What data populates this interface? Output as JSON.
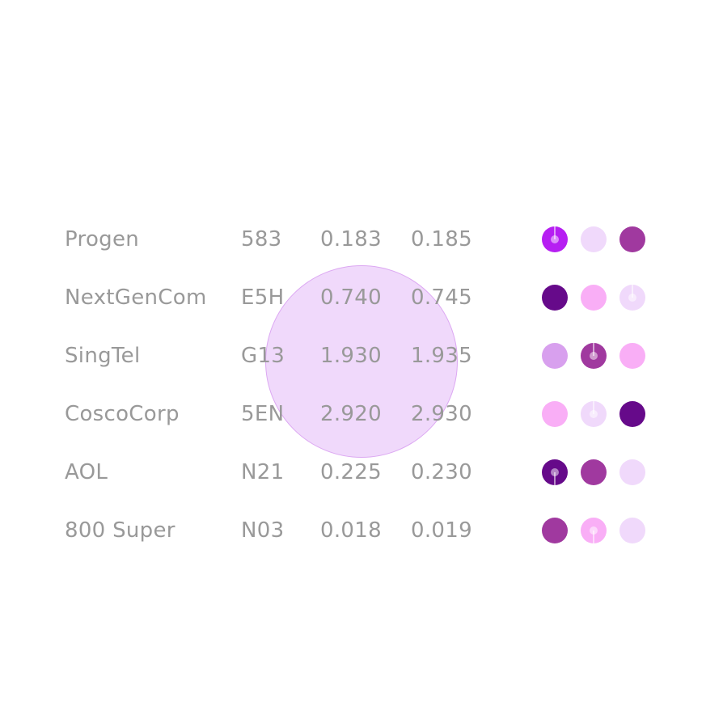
{
  "colors": {
    "text": "#999999",
    "overlay_fill": "#f0d9fb",
    "overlay_stroke": "#dca8f2",
    "palette": {
      "bright_violet": "#b61ff2",
      "dark_purple": "#660a8a",
      "magenta_purple": "#a0399f",
      "lavender": "#d8a0ee",
      "pink": "#f9aef6",
      "pale_lavender": "#f0d9fb"
    }
  },
  "rows": [
    {
      "name": "Progen",
      "code": "583",
      "v1": "0.183",
      "v2": "0.185",
      "dots": [
        {
          "color": "#b61ff2",
          "knob": "up"
        },
        {
          "color": "#f0d9fb",
          "knob": ""
        },
        {
          "color": "#a0399f",
          "knob": ""
        }
      ]
    },
    {
      "name": "NextGenCom",
      "code": "E5H",
      "v1": "0.740",
      "v2": "0.745",
      "dots": [
        {
          "color": "#660a8a",
          "knob": ""
        },
        {
          "color": "#f9aef6",
          "knob": ""
        },
        {
          "color": "#f0d9fb",
          "knob": "up"
        }
      ]
    },
    {
      "name": "SingTel",
      "code": "G13",
      "v1": "1.930",
      "v2": "1.935",
      "dots": [
        {
          "color": "#d8a0ee",
          "knob": ""
        },
        {
          "color": "#a0399f",
          "knob": "up"
        },
        {
          "color": "#f9aef6",
          "knob": ""
        }
      ]
    },
    {
      "name": "CoscoCorp",
      "code": "5EN",
      "v1": "2.920",
      "v2": "2.930",
      "dots": [
        {
          "color": "#f9aef6",
          "knob": ""
        },
        {
          "color": "#f0d9fb",
          "knob": "up"
        },
        {
          "color": "#660a8a",
          "knob": ""
        }
      ]
    },
    {
      "name": "AOL",
      "code": "N21",
      "v1": "0.225",
      "v2": "0.230",
      "dots": [
        {
          "color": "#660a8a",
          "knob": "down"
        },
        {
          "color": "#a0399f",
          "knob": ""
        },
        {
          "color": "#f0d9fb",
          "knob": ""
        }
      ]
    },
    {
      "name": "800 Super",
      "code": "N03",
      "v1": "0.018",
      "v2": "0.019",
      "dots": [
        {
          "color": "#a0399f",
          "knob": ""
        },
        {
          "color": "#f9aef6",
          "knob": "down"
        },
        {
          "color": "#f0d9fb",
          "knob": ""
        }
      ]
    }
  ]
}
